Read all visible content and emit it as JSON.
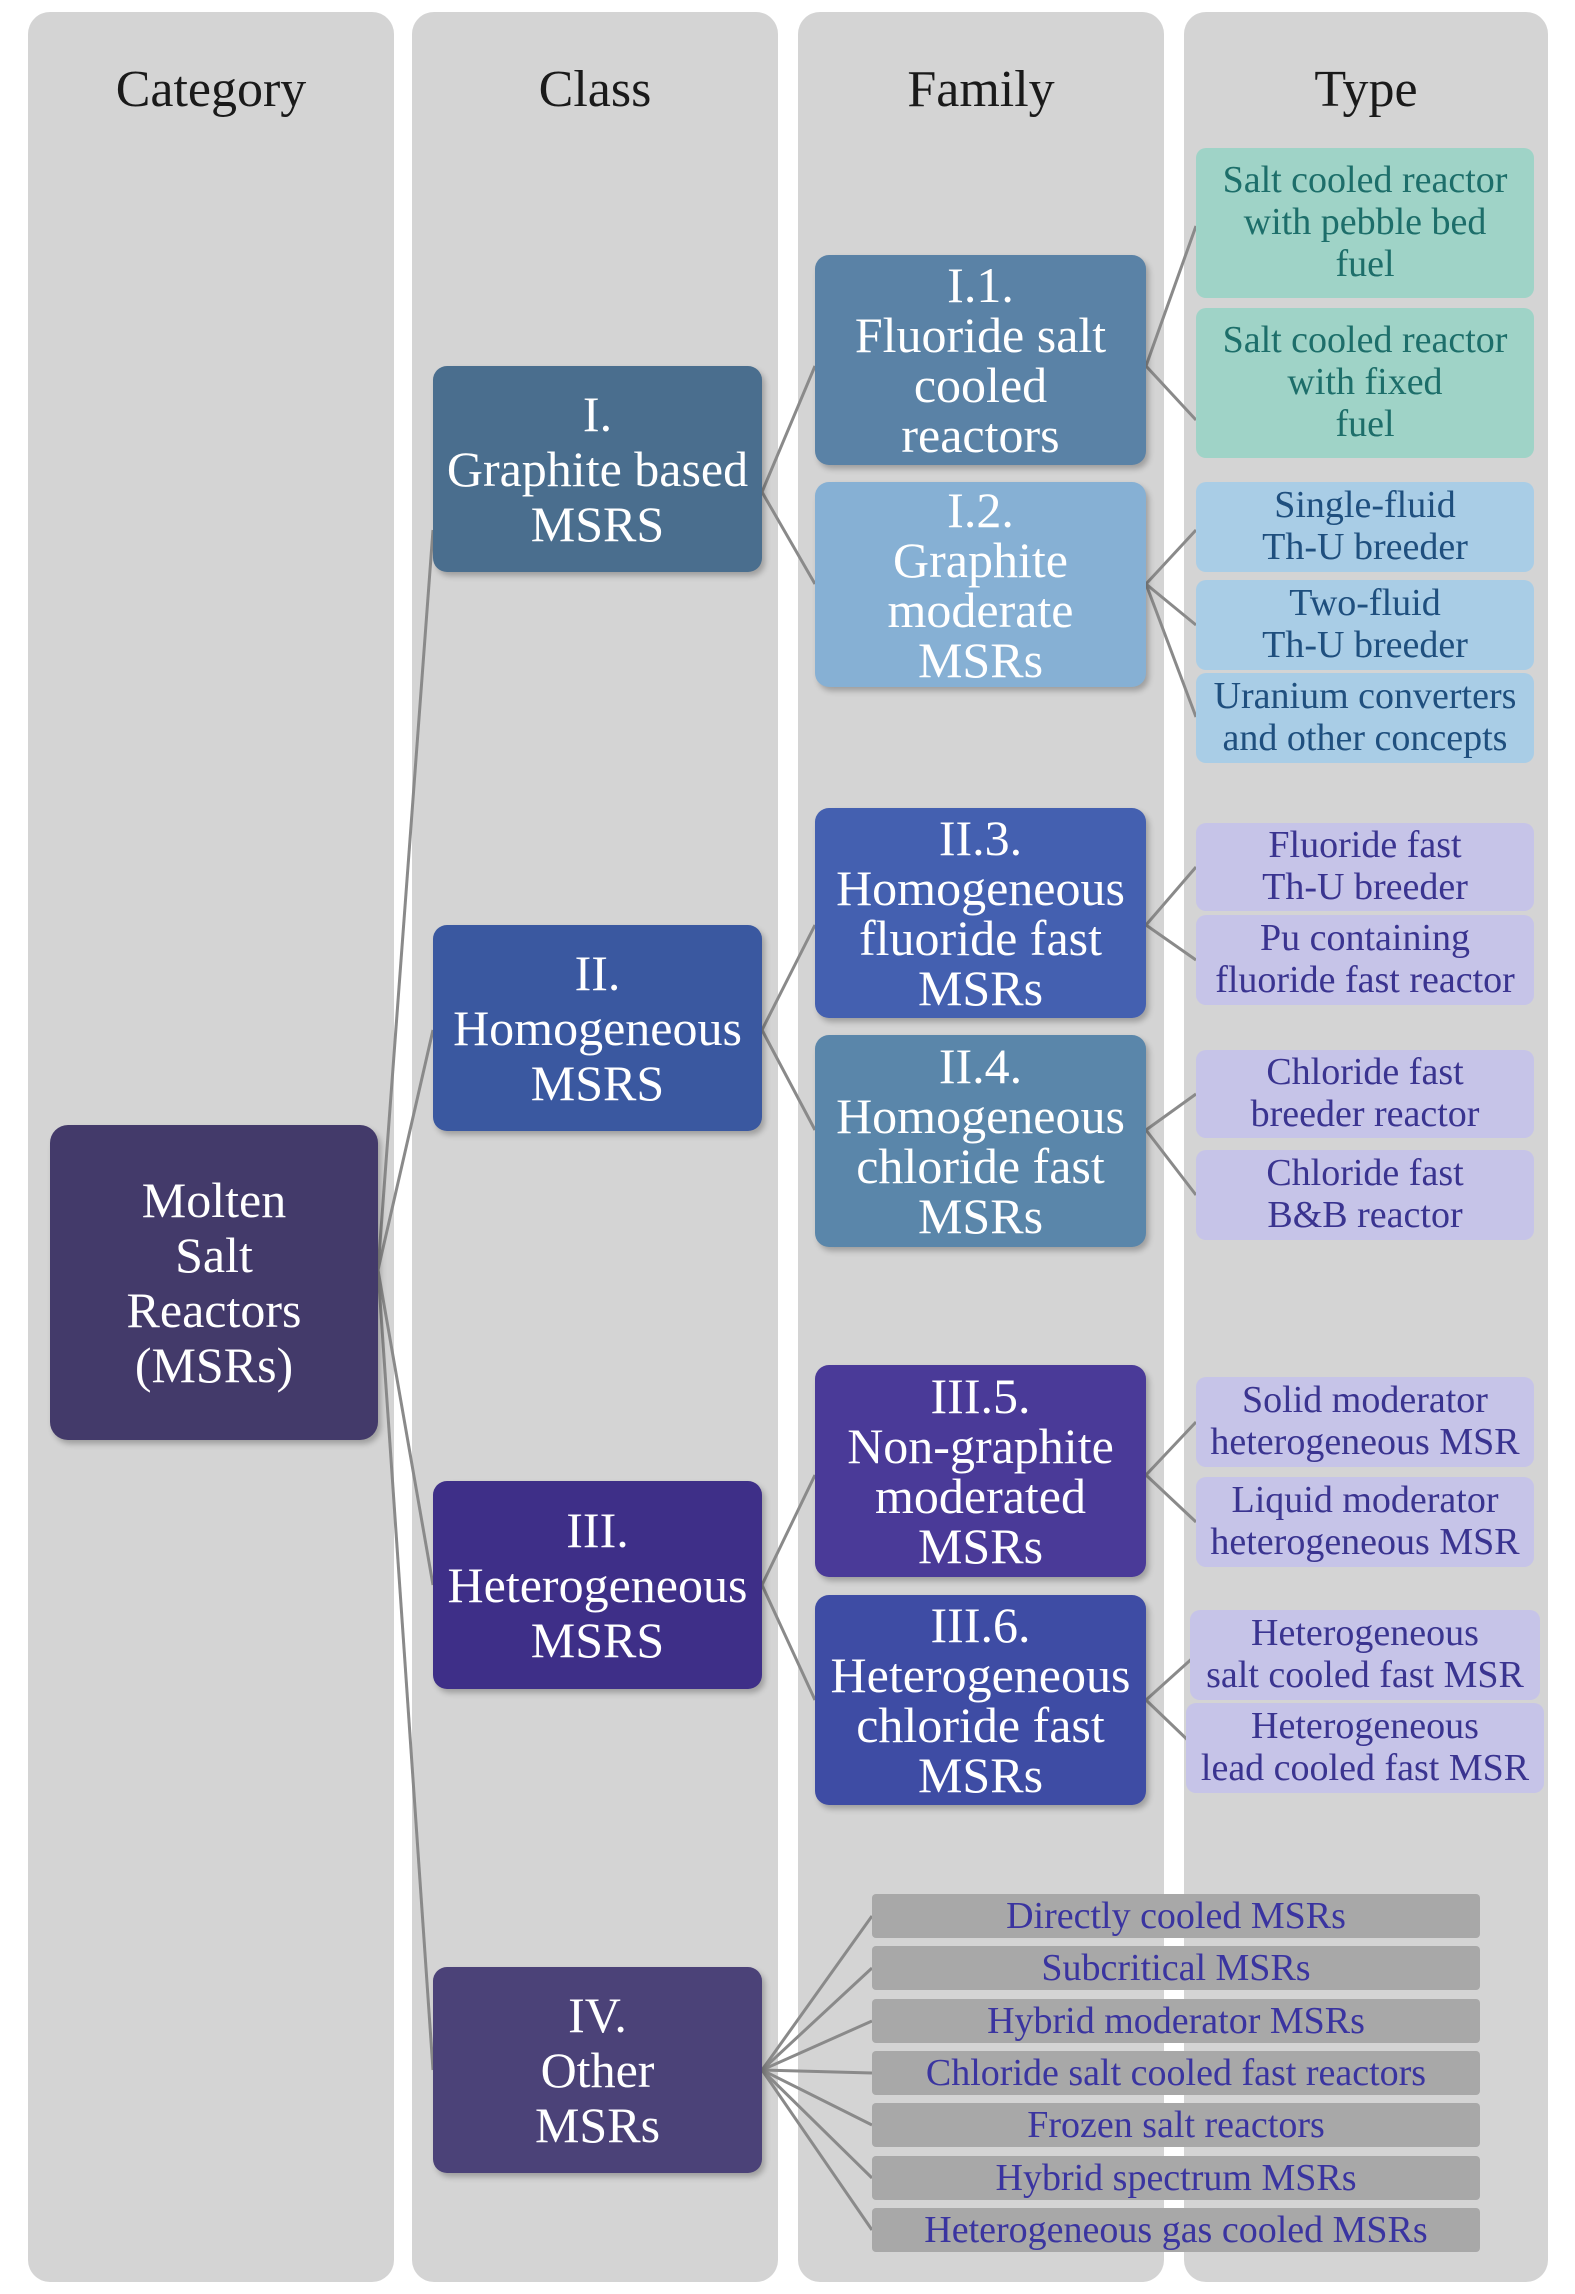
{
  "headers": {
    "category": "Category",
    "class": "Class",
    "family": "Family",
    "type": "Type"
  },
  "root": {
    "lines": [
      "Molten",
      "Salt",
      "Reactors",
      "(MSRs)"
    ]
  },
  "classes": [
    {
      "lines": [
        "I.",
        "Graphite based",
        "MSRS"
      ]
    },
    {
      "lines": [
        "II.",
        "Homogeneous",
        "MSRS"
      ]
    },
    {
      "lines": [
        "III.",
        "Heterogeneous",
        "MSRS"
      ]
    },
    {
      "lines": [
        "IV.",
        "Other",
        "MSRs"
      ]
    }
  ],
  "families": [
    {
      "lines": [
        "I.1.",
        "Fluoride salt",
        "cooled",
        "reactors"
      ]
    },
    {
      "lines": [
        "I.2.",
        "Graphite",
        "moderate",
        "MSRs"
      ]
    },
    {
      "lines": [
        "II.3.",
        "Homogeneous",
        "fluoride fast",
        "MSRs"
      ]
    },
    {
      "lines": [
        "II.4.",
        "Homogeneous",
        "chloride fast",
        "MSRs"
      ]
    },
    {
      "lines": [
        "III.5.",
        "Non-graphite",
        "moderated",
        "MSRs"
      ]
    },
    {
      "lines": [
        "III.6.",
        "Heterogeneous",
        "chloride fast",
        "MSRs"
      ]
    }
  ],
  "types": [
    {
      "lines": [
        "Salt cooled reactor",
        "with pebble bed",
        "fuel"
      ]
    },
    {
      "lines": [
        "Salt cooled reactor",
        "with fixed",
        "fuel"
      ]
    },
    {
      "lines": [
        "Single-fluid",
        "Th-U breeder"
      ]
    },
    {
      "lines": [
        "Two-fluid",
        "Th-U breeder"
      ]
    },
    {
      "lines": [
        "Uranium converters",
        "and other concepts"
      ]
    },
    {
      "lines": [
        "Fluoride fast",
        "Th-U breeder"
      ]
    },
    {
      "lines": [
        "Pu containing",
        "fluoride fast reactor"
      ]
    },
    {
      "lines": [
        "Chloride fast",
        "breeder reactor"
      ]
    },
    {
      "lines": [
        "Chloride fast",
        "B&B reactor"
      ]
    },
    {
      "lines": [
        "Solid moderator",
        "heterogeneous MSR"
      ]
    },
    {
      "lines": [
        "Liquid moderator",
        "heterogeneous MSR"
      ]
    },
    {
      "lines": [
        "Heterogeneous",
        "salt cooled fast MSR"
      ]
    },
    {
      "lines": [
        "Heterogeneous",
        "lead cooled fast MSR"
      ]
    }
  ],
  "others": [
    "Directly cooled MSRs",
    "Subcritical MSRs",
    "Hybrid moderator MSRs",
    "Chloride salt cooled fast reactors",
    "Frozen salt reactors",
    "Hybrid spectrum MSRs",
    "Heterogeneous gas cooled MSRs"
  ],
  "colors": {
    "column_bg": "#d4d4d4",
    "root": "#433a6a",
    "class_1": "#4a6e8e",
    "class_2": "#3a58a0",
    "class_3": "#3e2f88",
    "class_4": "#4b4278",
    "family_1": "#5a82a6",
    "family_2": "#86b0d4",
    "family_3": "#4460b0",
    "family_4": "#5a86aa",
    "family_5": "#4a3a98",
    "family_6": "#3e4ca4",
    "connector": "#8a8a8a"
  }
}
